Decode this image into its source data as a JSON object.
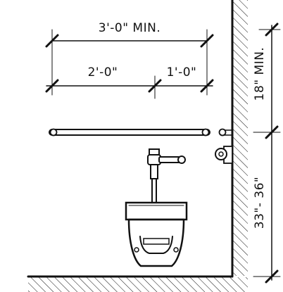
{
  "dimensions": {
    "overall_width": "3'-0\" MIN.",
    "grab_bar_to_centerline": "2'-0\"",
    "centerline_to_wall": "1'-0\"",
    "bar_above_height": "18\" MIN.",
    "bar_height": "33\"- 36\""
  },
  "colors": {
    "line": "#111111",
    "background": "#ffffff"
  }
}
